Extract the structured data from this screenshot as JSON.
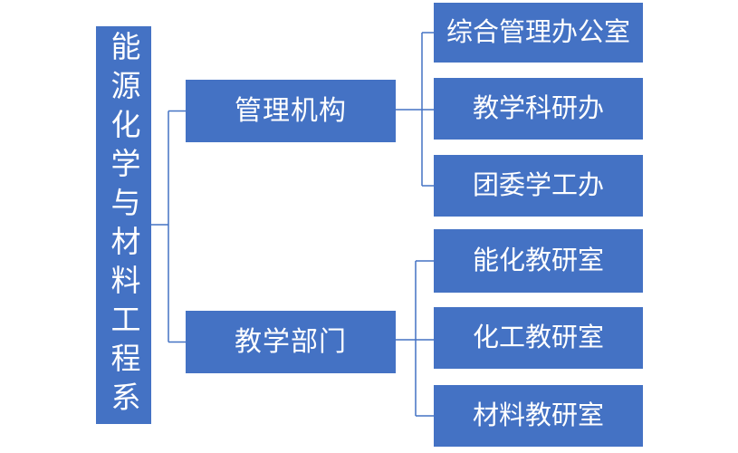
{
  "diagram": {
    "type": "org-chart",
    "root": {
      "label": "能源化学与材料工程系"
    },
    "branches": [
      {
        "label": "管理机构",
        "children": [
          {
            "label": "综合管理办公室"
          },
          {
            "label": "教学科研办"
          },
          {
            "label": "团委学工办"
          }
        ]
      },
      {
        "label": "教学部门",
        "children": [
          {
            "label": "能化教研室"
          },
          {
            "label": "化工教研室"
          },
          {
            "label": "材料教研室"
          }
        ]
      }
    ],
    "colors": {
      "node_fill": "#4472C4",
      "node_text": "#FFFFFF",
      "connector": "#4472C4",
      "background": "#FFFFFF"
    }
  }
}
